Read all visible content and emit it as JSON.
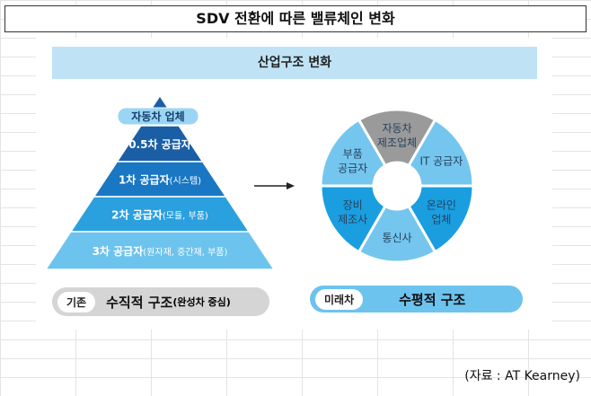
{
  "title": "SDV 전환에 따른 밸류체인 변화",
  "banner": "산업구조 변화",
  "pyramid": {
    "top_label": "자동차 업체",
    "layers": [
      {
        "label": "0.5차 공급자",
        "sub": "",
        "color": "#1a5fa6"
      },
      {
        "label": "1차 공급자",
        "sub": "(시스템)",
        "color": "#1977c4"
      },
      {
        "label": "2차 공급자",
        "sub": "(모듈, 부품)",
        "color": "#2aa0df"
      },
      {
        "label": "3차 공급자",
        "sub": "(원자재, 중간재, 부품)",
        "color": "#6cc3ee"
      }
    ]
  },
  "wheel": {
    "segments": [
      {
        "lines": [
          "자동차",
          "제조업체"
        ],
        "color": "#9a9a9a"
      },
      {
        "lines": [
          "IT 공급자"
        ],
        "color": "#74c6ef"
      },
      {
        "lines": [
          "온라인",
          "업체"
        ],
        "color": "#1a9ee0"
      },
      {
        "lines": [
          "통신사"
        ],
        "color": "#74c6ef"
      },
      {
        "lines": [
          "장비",
          "제조사"
        ],
        "color": "#1a9ee0"
      },
      {
        "lines": [
          "부품",
          "공급자"
        ],
        "color": "#74c6ef"
      }
    ]
  },
  "left_pill": {
    "tag": "기존",
    "main": "수직적 구조",
    "sub": "(완성차 중심)"
  },
  "right_pill": {
    "tag": "미래차",
    "main": "수평적 구조"
  },
  "source": "(자료 : AT Kearney)"
}
